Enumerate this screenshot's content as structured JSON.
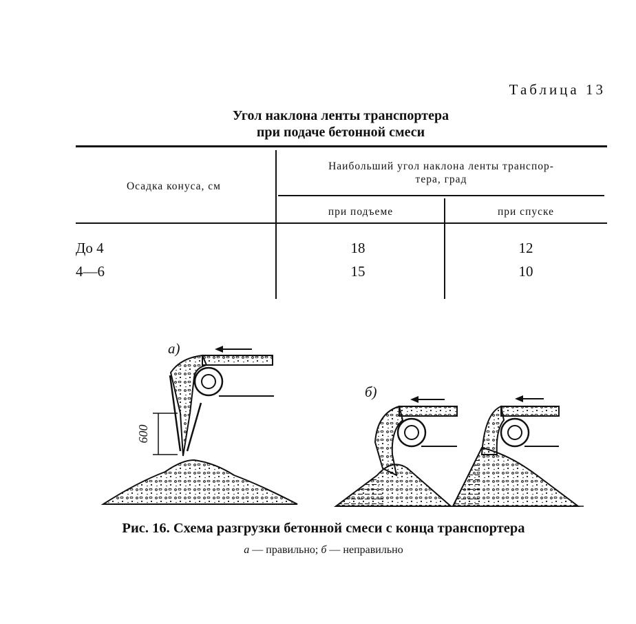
{
  "table": {
    "label": "Таблица 13",
    "title_line1": "Угол наклона ленты транспортера",
    "title_line2": "при подаче бетонной смеси",
    "col_header_left": "Осадка конуса, см",
    "col_header_group_line1": "Наибольший угол наклона ленты транспор-",
    "col_header_group_line2": "тера, град",
    "col_header_up": "при подъеме",
    "col_header_down": "при спуске",
    "rows": [
      {
        "slump": "До 4",
        "up": "18",
        "down": "12"
      },
      {
        "slump": "4—6",
        "up": "15",
        "down": "10"
      }
    ]
  },
  "figure": {
    "label_a": "а)",
    "label_b": "б)",
    "dimension": "600",
    "caption": "Рис. 16. Схема разгрузки бетонной смеси с конца транспортера",
    "legend_a": "а",
    "legend_a_text": " — правильно; ",
    "legend_b": "б",
    "legend_b_text": " — неправильно"
  }
}
